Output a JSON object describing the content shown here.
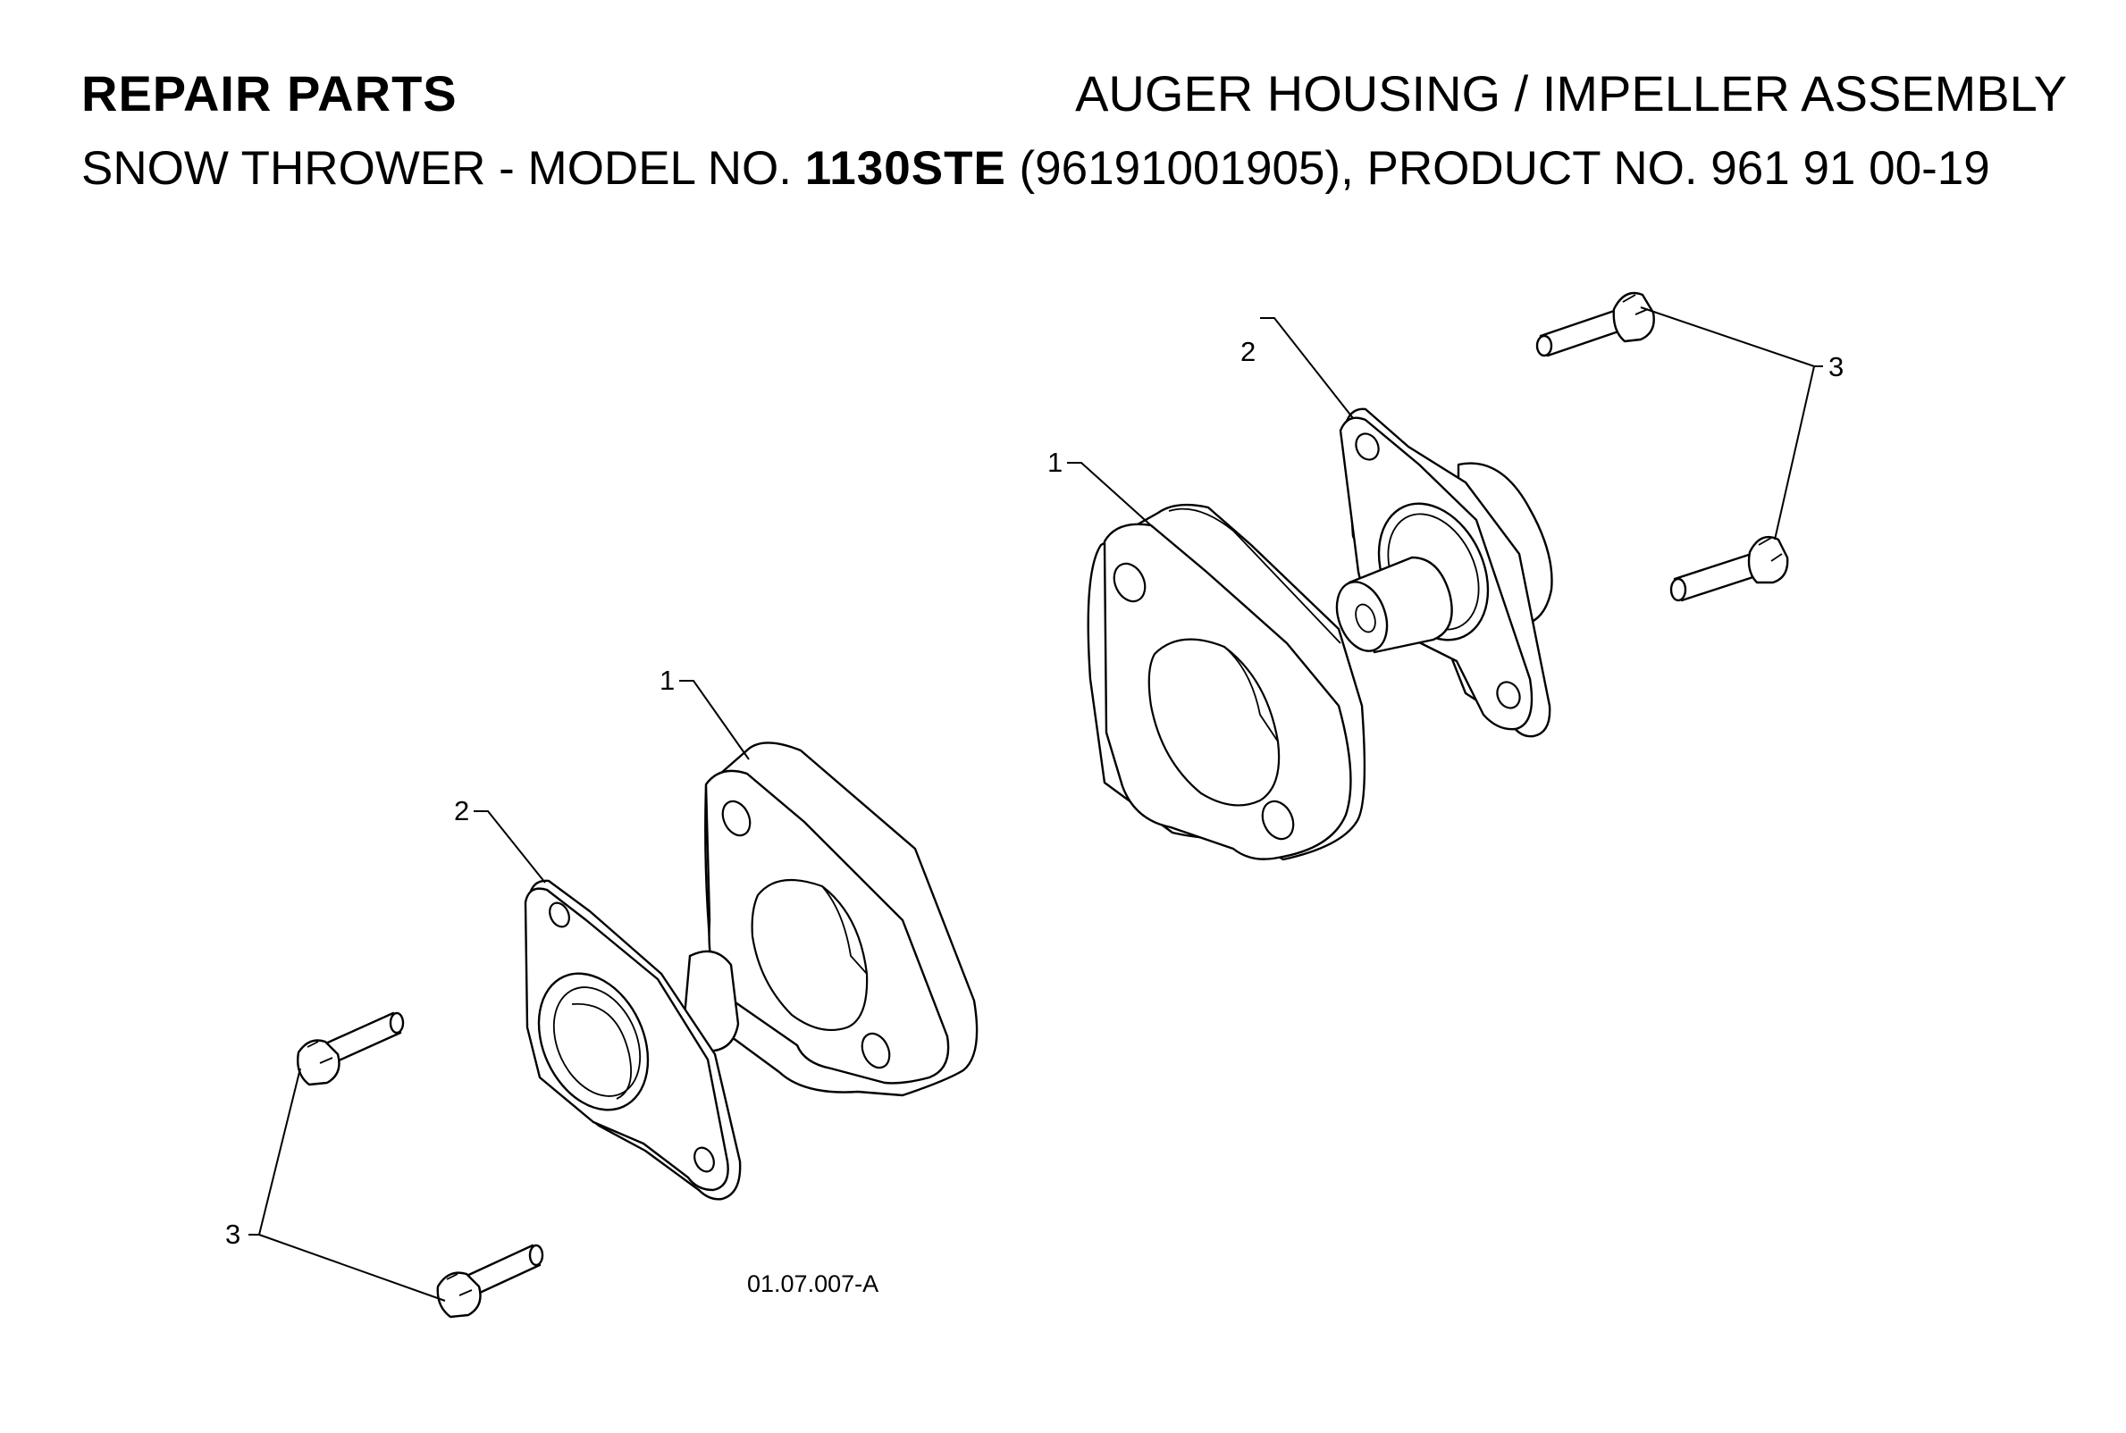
{
  "header": {
    "section": "REPAIR PARTS",
    "title": "AUGER HOUSING / IMPELLER ASSEMBLY",
    "subtitle_prefix": "SNOW THROWER - MODEL NO.",
    "model": "1130STE",
    "subtitle_suffix": "(96191001905), PRODUCT NO. 961 91 00-19"
  },
  "diagram": {
    "callouts": {
      "spacer_left": "1",
      "spacer_right": "1",
      "bearing_left": "2",
      "bearing_right": "2",
      "bolts_left": "3",
      "bolts_right": "3"
    },
    "drawing_number": "01.07.007-A"
  }
}
